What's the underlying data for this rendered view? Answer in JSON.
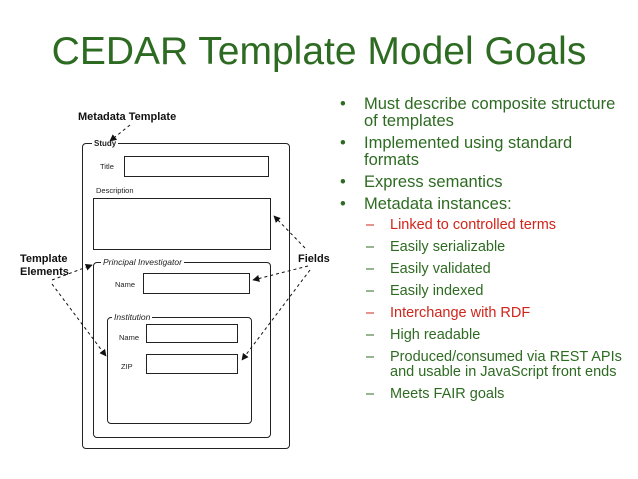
{
  "slide": {
    "title": "CEDAR Template Model Goals",
    "bullets": [
      {
        "text": "Must describe composite structure of templates"
      },
      {
        "text": "Implemented using standard formats"
      },
      {
        "text": "Express semantics"
      },
      {
        "text": "Metadata instances:",
        "subs": [
          {
            "text": "Linked to controlled terms",
            "color": "#d0251b"
          },
          {
            "text": "Easily serializable"
          },
          {
            "text": "Easily validated"
          },
          {
            "text": "Easily indexed"
          },
          {
            "text": "Interchange with RDF",
            "color": "#d0251b"
          },
          {
            "text": "High readable"
          },
          {
            "text": "Produced/consumed via REST APIs and usable in JavaScript front ends"
          },
          {
            "text": "Meets FAIR goals"
          }
        ]
      }
    ]
  },
  "diagram": {
    "metadata_template_label": "Metadata Template",
    "study_label": "Study",
    "title_field_label": "Title",
    "description_field_label": "Description",
    "principal_investigator_label": "Principal Investigator",
    "pi_name_label": "Name",
    "institution_label": "Institution",
    "inst_name_label": "Name",
    "zip_label": "ZIP",
    "template_elements_label": "Template Elements",
    "fields_label": "Fields"
  },
  "colors": {
    "title_green": "#2e6b22",
    "highlight_red": "#d0251b"
  }
}
